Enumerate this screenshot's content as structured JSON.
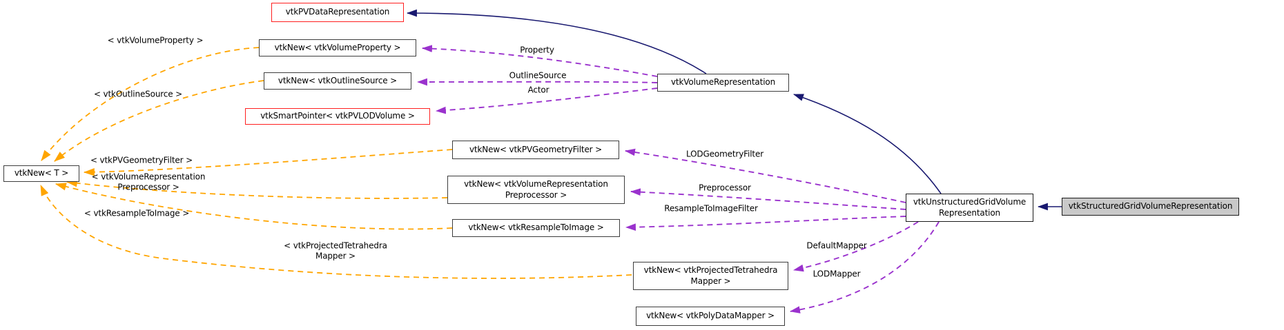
{
  "nodes": {
    "pvdata": {
      "label": "vtkPVDataRepresentation"
    },
    "newVolProp": {
      "label": "vtkNew< vtkVolumeProperty >"
    },
    "newOutline": {
      "label": "vtkNew< vtkOutlineSource >"
    },
    "smartPtrLod": {
      "label": "vtkSmartPointer< vtkPVLODVolume >"
    },
    "newT": {
      "label": "vtkNew< T >"
    },
    "newGeomFilter": {
      "label": "vtkNew< vtkPVGeometryFilter >"
    },
    "newVolRepPre": {
      "line1": "vtkNew< vtkVolumeRepresentation",
      "line2": "Preprocessor >"
    },
    "newResample": {
      "label": "vtkNew< vtkResampleToImage >"
    },
    "newProjTetra": {
      "line1": "vtkNew< vtkProjectedTetrahedra",
      "line2": "Mapper >"
    },
    "newPolyData": {
      "label": "vtkNew< vtkPolyDataMapper >"
    },
    "volumeRep": {
      "label": "vtkVolumeRepresentation"
    },
    "unstructured": {
      "line1": "vtkUnstructuredGridVolume",
      "line2": "Representation"
    },
    "structured": {
      "label": "vtkStructuredGridVolumeRepresentation"
    }
  },
  "edge_labels": {
    "property": "Property",
    "outline_source": "OutlineSource",
    "actor": "Actor",
    "lod_geometry_filter": "LODGeometryFilter",
    "preprocessor": "Preprocessor",
    "resample_to_image_filter": "ResampleToImageFilter",
    "default_mapper": "DefaultMapper",
    "lod_mapper": "LODMapper",
    "tpl_volume_property": "< vtkVolumeProperty >",
    "tpl_outline_source": "< vtkOutlineSource >",
    "tpl_pv_geometry_filter": "< vtkPVGeometryFilter >",
    "tpl_vol_rep_pre_1": "< vtkVolumeRepresentation",
    "tpl_vol_rep_pre_2": "Preprocessor >",
    "tpl_resample": "< vtkResampleToImage >",
    "tpl_proj_tetra_1": "< vtkProjectedTetrahedra",
    "tpl_proj_tetra_2": "Mapper >"
  },
  "colors": {
    "inheritance_edge": "#191970",
    "usage_edge": "#9a32cd",
    "template_edge": "#ffa500",
    "truncated_border": "#ff1f1f",
    "current_node_fill": "#c9c9c9"
  }
}
